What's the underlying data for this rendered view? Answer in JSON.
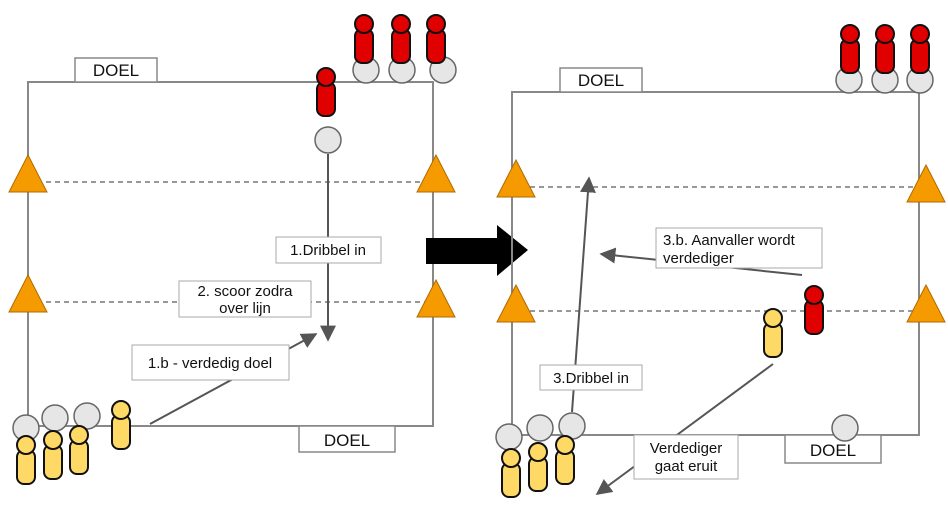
{
  "left_field": {
    "goal_top": "DOEL",
    "goal_bottom": "DOEL",
    "dribble_label": "1.Dribbel in",
    "score_label_line1": "2. scoor zodra",
    "score_label_line2": "over lijn",
    "defend_label": "1.b - verdedig doel"
  },
  "right_field": {
    "goal_top": "DOEL",
    "goal_bottom": "DOEL",
    "dribble_label": "3.Dribbel in",
    "attacker_label_line1": "3.b. Aanvaller wordt",
    "attacker_label_line2": "verdediger",
    "defender_label_line1": "Verdediger",
    "defender_label_line2": "gaat eruit"
  },
  "colors": {
    "attacker": "#e00000",
    "defender": "#ffd966",
    "cone": "#f59b00",
    "ball": "#e6e6e6",
    "transition_arrow": "#000000"
  },
  "icons": [
    "cone-icon",
    "ball-icon",
    "red-player-icon",
    "yellow-player-icon",
    "transition-arrow-icon"
  ]
}
